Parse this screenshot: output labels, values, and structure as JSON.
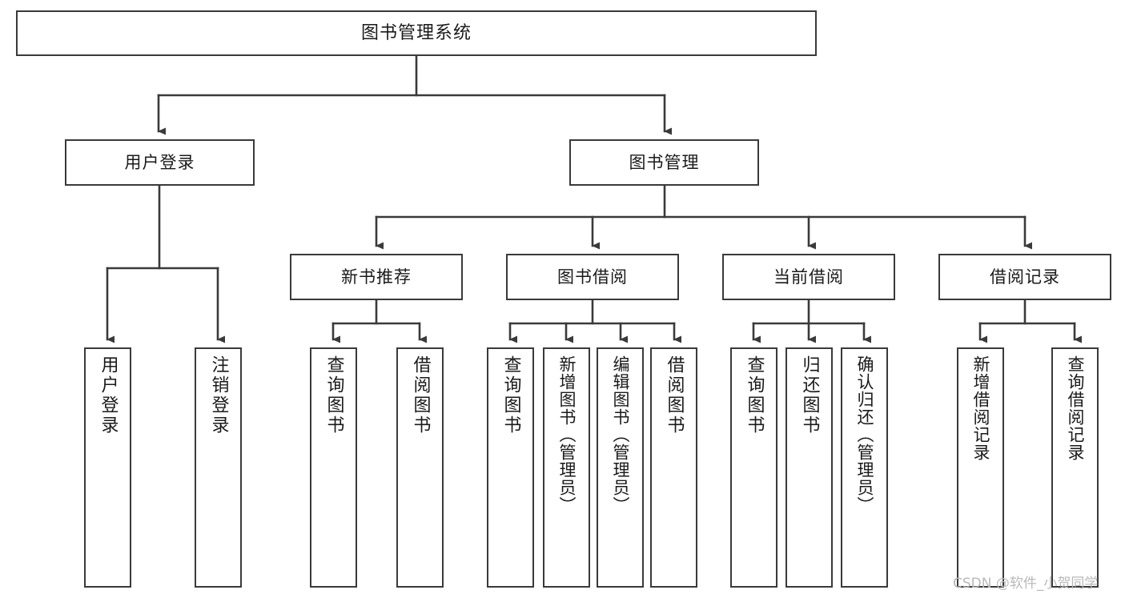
{
  "diagram": {
    "type": "tree-hierarchy-chart",
    "title": "图书管理系统",
    "orientation": "top-down",
    "line_color": "#3a3a3a",
    "box_fill": "#ffffff",
    "text_color": "#1a1a1a",
    "levels": 4,
    "nodes": {
      "root": {
        "label": "图书管理系统"
      },
      "level2": [
        {
          "label": "用户登录"
        },
        {
          "label": "图书管理"
        }
      ],
      "level3": [
        {
          "label": "新书推荐"
        },
        {
          "label": "图书借阅"
        },
        {
          "label": "当前借阅"
        },
        {
          "label": "借阅记录"
        }
      ],
      "leaves_user_login": [
        {
          "label": "用户登录"
        },
        {
          "label": "注销登录"
        }
      ],
      "leaves_new_books": [
        {
          "label": "查询图书"
        },
        {
          "label": "借阅图书"
        }
      ],
      "leaves_borrow": [
        {
          "label": "查询图书"
        },
        {
          "label": "新增图书（管理员）"
        },
        {
          "label": "编辑图书（管理员）"
        },
        {
          "label": "借阅图书"
        }
      ],
      "leaves_current": [
        {
          "label": "查询图书"
        },
        {
          "label": "归还图书"
        },
        {
          "label": "确认归还（管理员）"
        }
      ],
      "leaves_records": [
        {
          "label": "新增借阅记录"
        },
        {
          "label": "查询借阅记录"
        }
      ]
    }
  },
  "watermark": {
    "text": "CSDN @软件_小贺同学"
  }
}
